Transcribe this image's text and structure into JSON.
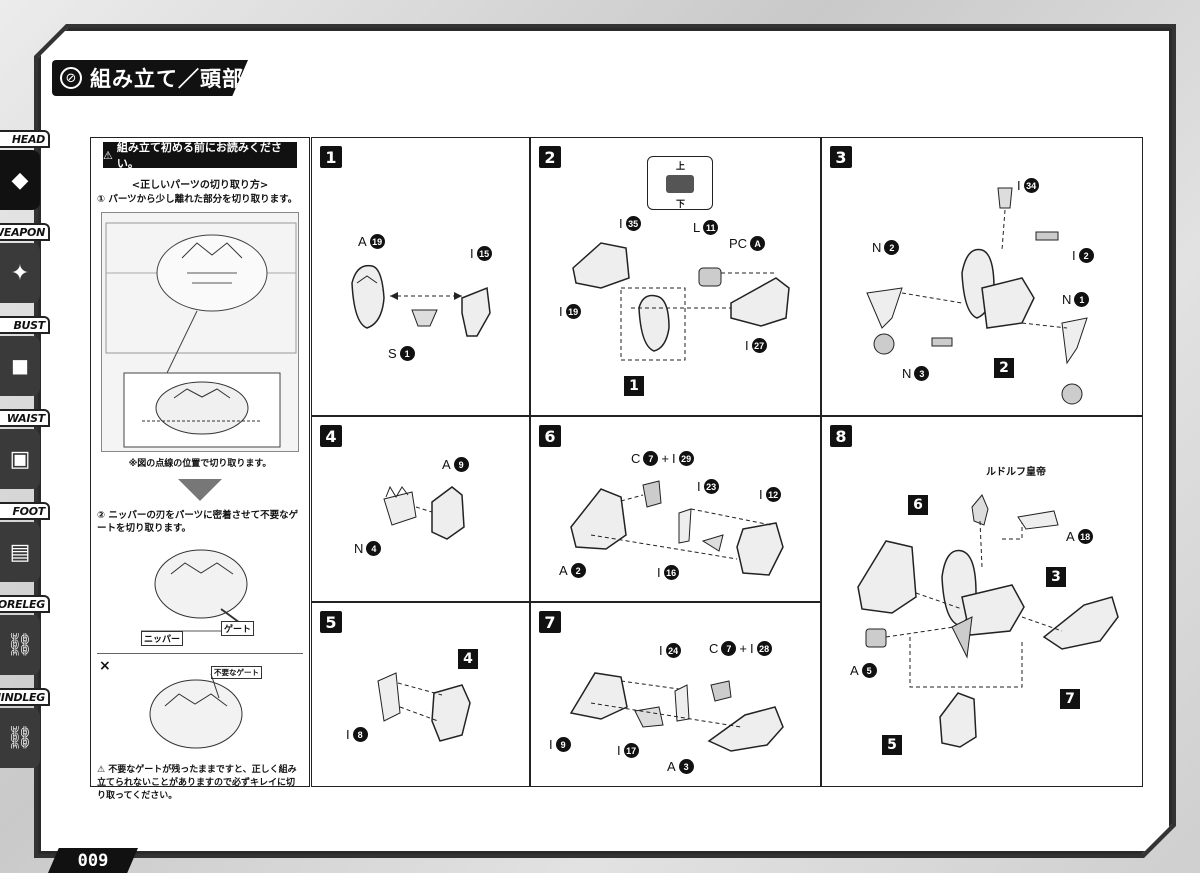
{
  "title": "組み立て／頭部",
  "title_icon": "no-cut-icon",
  "page_number": "009",
  "side_tabs": [
    {
      "label": "HEAD",
      "active": true,
      "icon": "head-icon"
    },
    {
      "label": "WEAPON",
      "active": false,
      "icon": "weapon-icon"
    },
    {
      "label": "BUST",
      "active": false,
      "icon": "bust-icon"
    },
    {
      "label": "WAIST",
      "active": false,
      "icon": "waist-icon"
    },
    {
      "label": "FOOT",
      "active": false,
      "icon": "foot-icon"
    },
    {
      "label": "FORELEG",
      "active": false,
      "icon": "foreleg-icon"
    },
    {
      "label": "HINDLEG",
      "active": false,
      "icon": "hindleg-icon"
    }
  ],
  "notice": {
    "header": "組み立て初める前にお読みください。",
    "subtitle": "<正しいパーツの切り取り方>",
    "step1": "① パーツから少し離れた部分を切り取ります。",
    "dotted_note": "※図の点線の位置で切り取ります。",
    "step2": "② ニッパーの刃をパーツに密着させて不要なゲートを切り取ります。",
    "label_nipper": "ニッパー",
    "label_gate": "ゲート",
    "label_unneeded_gate": "不要なゲート",
    "x_mark": "×",
    "warning": "不要なゲートが残ったままですと、正しく組み立てられないことがありますので必ずキレイに切り取ってください。"
  },
  "steps": [
    {
      "num": "1",
      "parts": [
        {
          "letter": "A",
          "num": "19"
        },
        {
          "letter": "I",
          "num": "15"
        },
        {
          "letter": "S",
          "num": "1"
        }
      ]
    },
    {
      "num": "2",
      "parts": [
        {
          "letter": "I",
          "num": "35"
        },
        {
          "letter": "L",
          "num": "11"
        },
        {
          "letter": "PC",
          "num": "A"
        },
        {
          "letter": "I",
          "num": "19"
        },
        {
          "letter": "I",
          "num": "27"
        }
      ],
      "sub_ref": "1",
      "top": "上",
      "bottom": "下"
    },
    {
      "num": "3",
      "parts": [
        {
          "letter": "I",
          "num": "34"
        },
        {
          "letter": "N",
          "num": "2"
        },
        {
          "letter": "I",
          "num": "2"
        },
        {
          "letter": "N",
          "num": "1"
        },
        {
          "letter": "N",
          "num": "3"
        }
      ],
      "sub_ref": "2"
    },
    {
      "num": "4",
      "parts": [
        {
          "letter": "A",
          "num": "9"
        },
        {
          "letter": "N",
          "num": "4"
        }
      ]
    },
    {
      "num": "5",
      "parts": [
        {
          "letter": "I",
          "num": "8"
        }
      ],
      "sub_ref": "4"
    },
    {
      "num": "6",
      "parts": [
        {
          "letter": "C",
          "num": "7"
        },
        {
          "letter": "I",
          "num": "29"
        },
        {
          "letter": "I",
          "num": "23"
        },
        {
          "letter": "I",
          "num": "12"
        },
        {
          "letter": "A",
          "num": "2"
        },
        {
          "letter": "I",
          "num": "16"
        }
      ]
    },
    {
      "num": "7",
      "parts": [
        {
          "letter": "I",
          "num": "24"
        },
        {
          "letter": "C",
          "num": "7"
        },
        {
          "letter": "I",
          "num": "28"
        },
        {
          "letter": "I",
          "num": "9"
        },
        {
          "letter": "I",
          "num": "17"
        },
        {
          "letter": "A",
          "num": "3"
        }
      ]
    },
    {
      "num": "8",
      "parts": [
        {
          "letter": "A",
          "num": "18"
        },
        {
          "letter": "A",
          "num": "5"
        }
      ],
      "refs": [
        "6",
        "3",
        "7",
        "5"
      ],
      "figure_label": "ルドルフ皇帝"
    }
  ],
  "plus": "+"
}
